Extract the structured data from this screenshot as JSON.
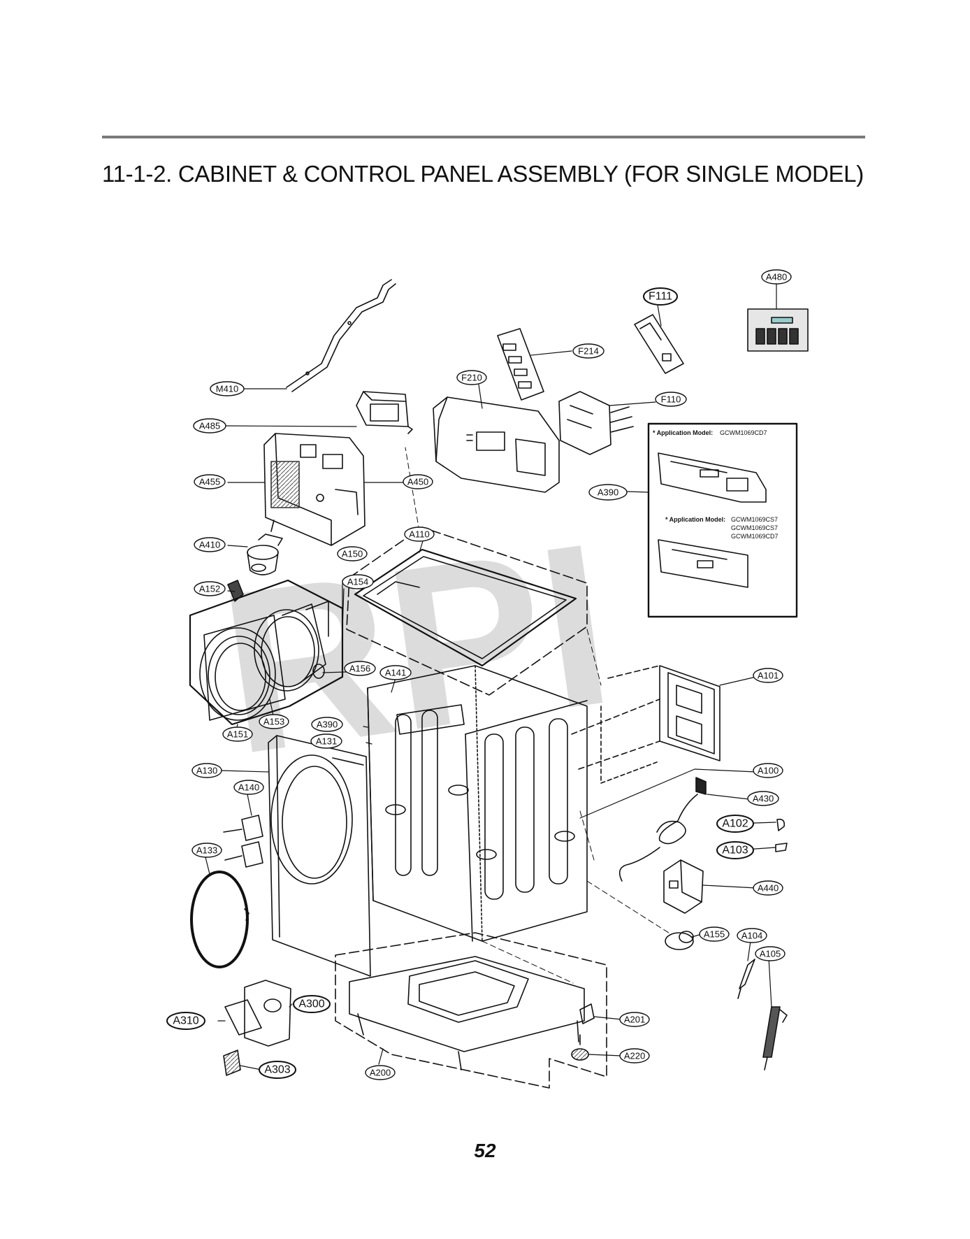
{
  "header": {
    "title": "11-1-2. CABINET & CONTROL PANEL ASSEMBLY (FOR SINGLE MODEL)",
    "page_number": "52"
  },
  "watermark": "RPI",
  "inset": {
    "note1_label": "* Application Model:",
    "note1_models": "GCWM1069CD7",
    "note2_label": "* Application Model:",
    "note2_models": [
      "GCWM1069CS7",
      "GCWM1069CS7",
      "GCWM1069CD7"
    ]
  },
  "callouts": {
    "A480": "A480",
    "F111": "F111",
    "F214": "F214",
    "M410": "M410",
    "F210": "F210",
    "F110": "F110",
    "A485": "A485",
    "A455": "A455",
    "A450": "A450",
    "A390_top": "A390",
    "A410": "A410",
    "A110": "A110",
    "A150": "A150",
    "A152": "A152",
    "A154": "A154",
    "A156": "A156",
    "A141": "A141",
    "A101": "A101",
    "A151": "A151",
    "A153": "A153",
    "A390": "A390",
    "A131": "A131",
    "A130": "A130",
    "A100": "A100",
    "A140": "A140",
    "A430": "A430",
    "A102": "A102",
    "A133": "A133",
    "A103": "A103",
    "A440": "A440",
    "A155": "A155",
    "A104": "A104",
    "A105": "A105",
    "A300": "A300",
    "A310": "A310",
    "A201": "A201",
    "A220": "A220",
    "A303": "A303",
    "A200": "A200"
  }
}
